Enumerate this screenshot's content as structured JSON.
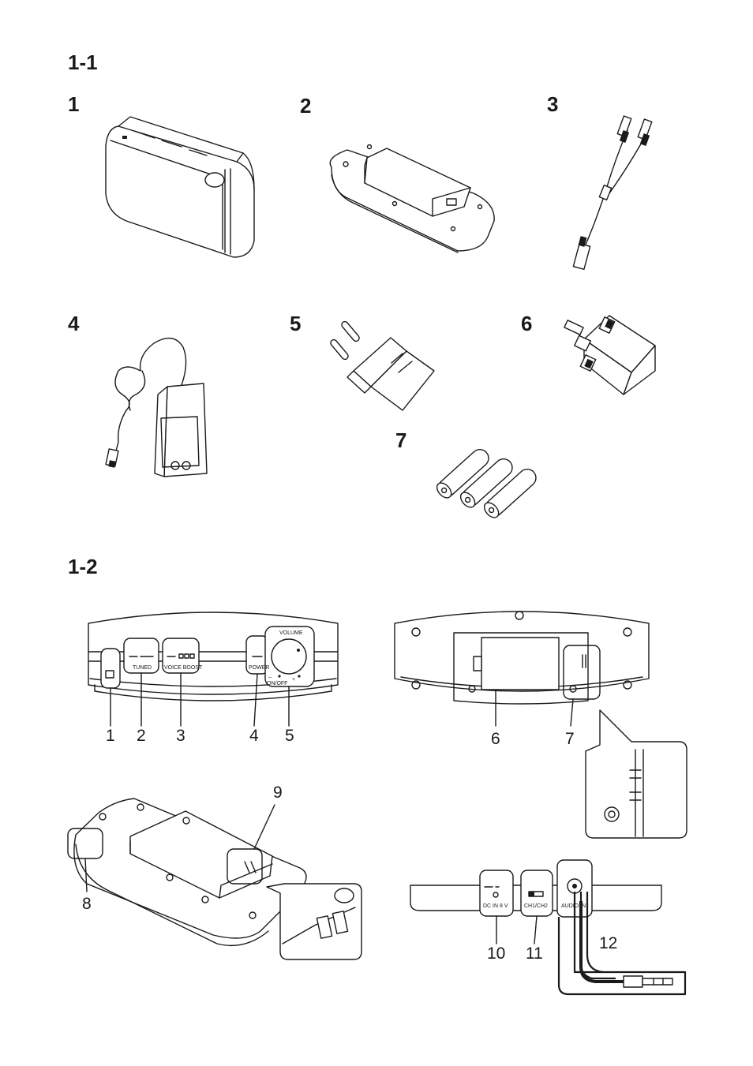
{
  "sections": {
    "s1": "1-1",
    "s2": "1-2"
  },
  "items": [
    {
      "n": "1",
      "name": "speaker"
    },
    {
      "n": "2",
      "name": "transmitter"
    },
    {
      "n": "3",
      "name": "rca-cable"
    },
    {
      "n": "4",
      "name": "power-adapter"
    },
    {
      "n": "5",
      "name": "eu-plug"
    },
    {
      "n": "6",
      "name": "uk-plug"
    },
    {
      "n": "7",
      "name": "batteries"
    }
  ],
  "front_panel": {
    "volume": "VOLUME",
    "tuned": "TUNED",
    "voice_boost": "VOICE BOOST",
    "power": "POWER",
    "on_off": "ON/OFF",
    "callouts": [
      "1",
      "2",
      "3",
      "4",
      "5"
    ]
  },
  "bottom_view": {
    "callouts": [
      "6",
      "7"
    ]
  },
  "transmitter_view": {
    "callouts": [
      "8",
      "9"
    ]
  },
  "rear_panel": {
    "dc_in": "DC IN 8 V",
    "channel": "CH1/CH2",
    "audio_in": "AUDIO IN",
    "callouts": [
      "10",
      "11",
      "12"
    ]
  }
}
